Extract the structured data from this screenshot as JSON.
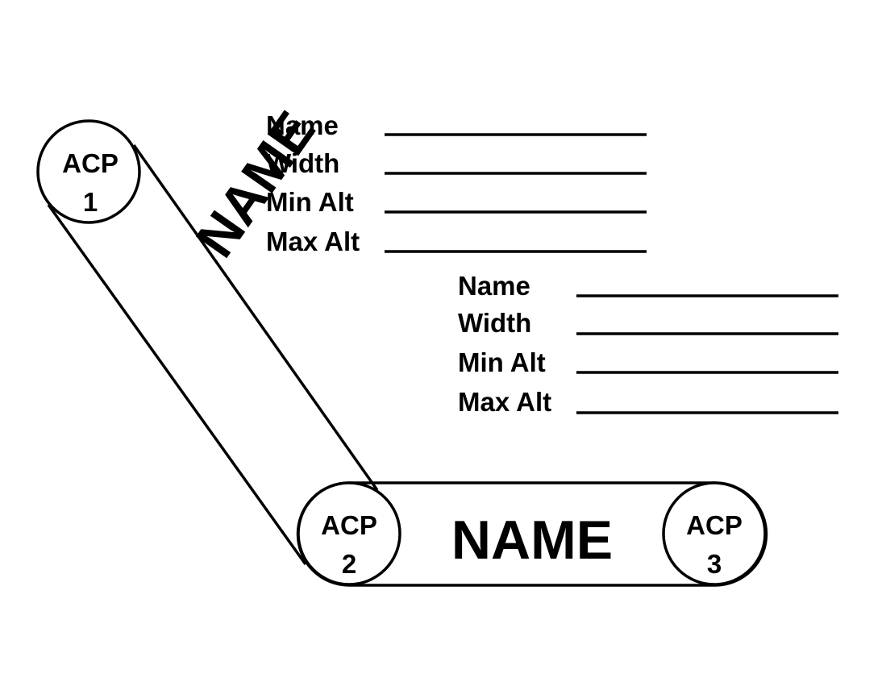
{
  "acp_points": [
    {
      "line1": "ACP",
      "line2": "1"
    },
    {
      "line1": "ACP",
      "line2": "2"
    },
    {
      "line1": "ACP",
      "line2": "3"
    }
  ],
  "corridor_segments": [
    {
      "name": "NAME"
    },
    {
      "name": "NAME"
    }
  ],
  "info_blocks": [
    {
      "fields": [
        "Name",
        "Width",
        "Min Alt",
        "Max Alt"
      ]
    },
    {
      "fields": [
        "Name",
        "Width",
        "Min Alt",
        "Max Alt"
      ]
    }
  ]
}
